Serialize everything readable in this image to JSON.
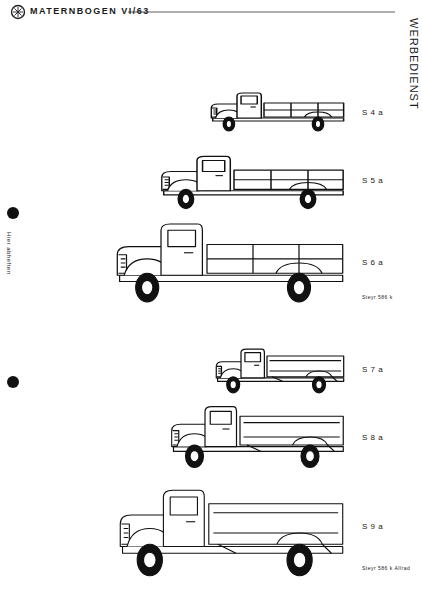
{
  "diagram": {
    "title": "MATERNBOGEN VI/63",
    "labels": [
      "WERBEDIENST",
      "Hier abheften",
      "S 4 a",
      "S 5 a",
      "S 6 a",
      "Steyr 586 k",
      "S 7 a",
      "S 8 a",
      "S 9 a",
      "Steyr 586 k Allrad"
    ]
  }
}
